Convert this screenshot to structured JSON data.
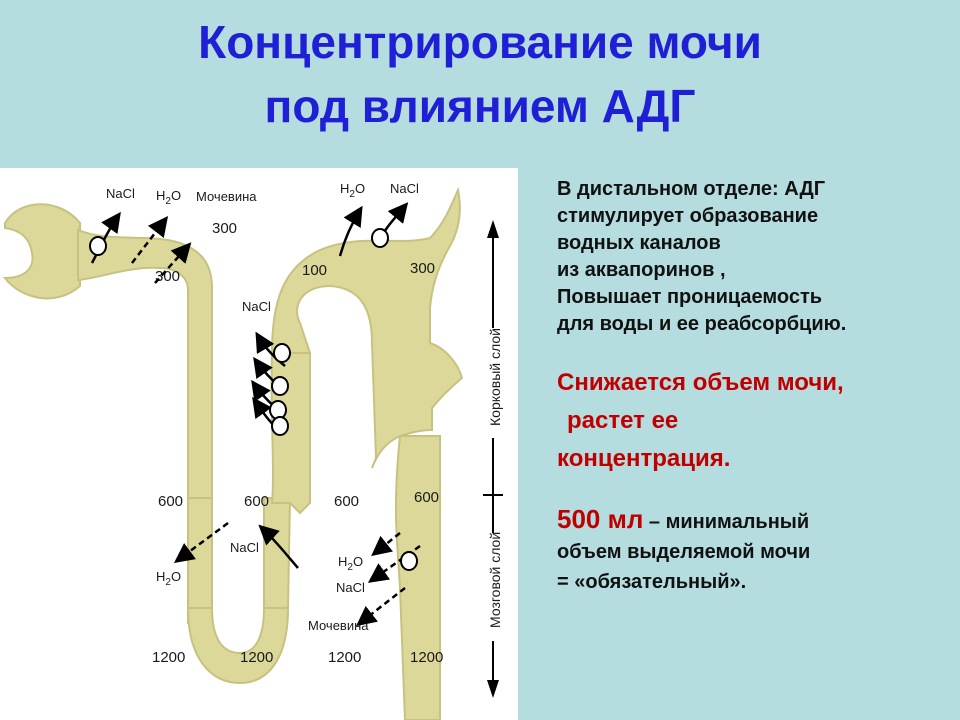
{
  "title": {
    "line1": "Концентрирование мочи",
    "line2": "под влиянием АДГ"
  },
  "diagram": {
    "labels": {
      "nacl": "NaCl",
      "h2o_h": "H",
      "h2o_sub": "2",
      "h2o_o": "O",
      "urea": "Мочевина",
      "v100": "100",
      "v300": "300",
      "v600": "600",
      "v1200": "1200",
      "cortex": "Корковый слой",
      "medulla": "Мозговой слой"
    }
  },
  "text": {
    "para1": [
      "В дистальном отделе: АДГ",
      "стимулирует образование",
      "водных каналов",
      "из аквапоринов ,",
      "Повышает проницаемость",
      "для воды и ее реабсорбцию."
    ],
    "para2_line1": "Снижается объем мочи,",
    "para2_line2": "растет ее",
    "para2_line3": "концентрация.",
    "para3_big": "500 мл",
    "para3_rest": " – минимальный",
    "para3_line2": "объем выделяемой  мочи",
    "para3_line3": "= «обязательный»."
  },
  "colors": {
    "background": "#b5dde0",
    "title": "#1f1fd6",
    "highlight": "#c00000",
    "tubule": "#dcd89a"
  }
}
